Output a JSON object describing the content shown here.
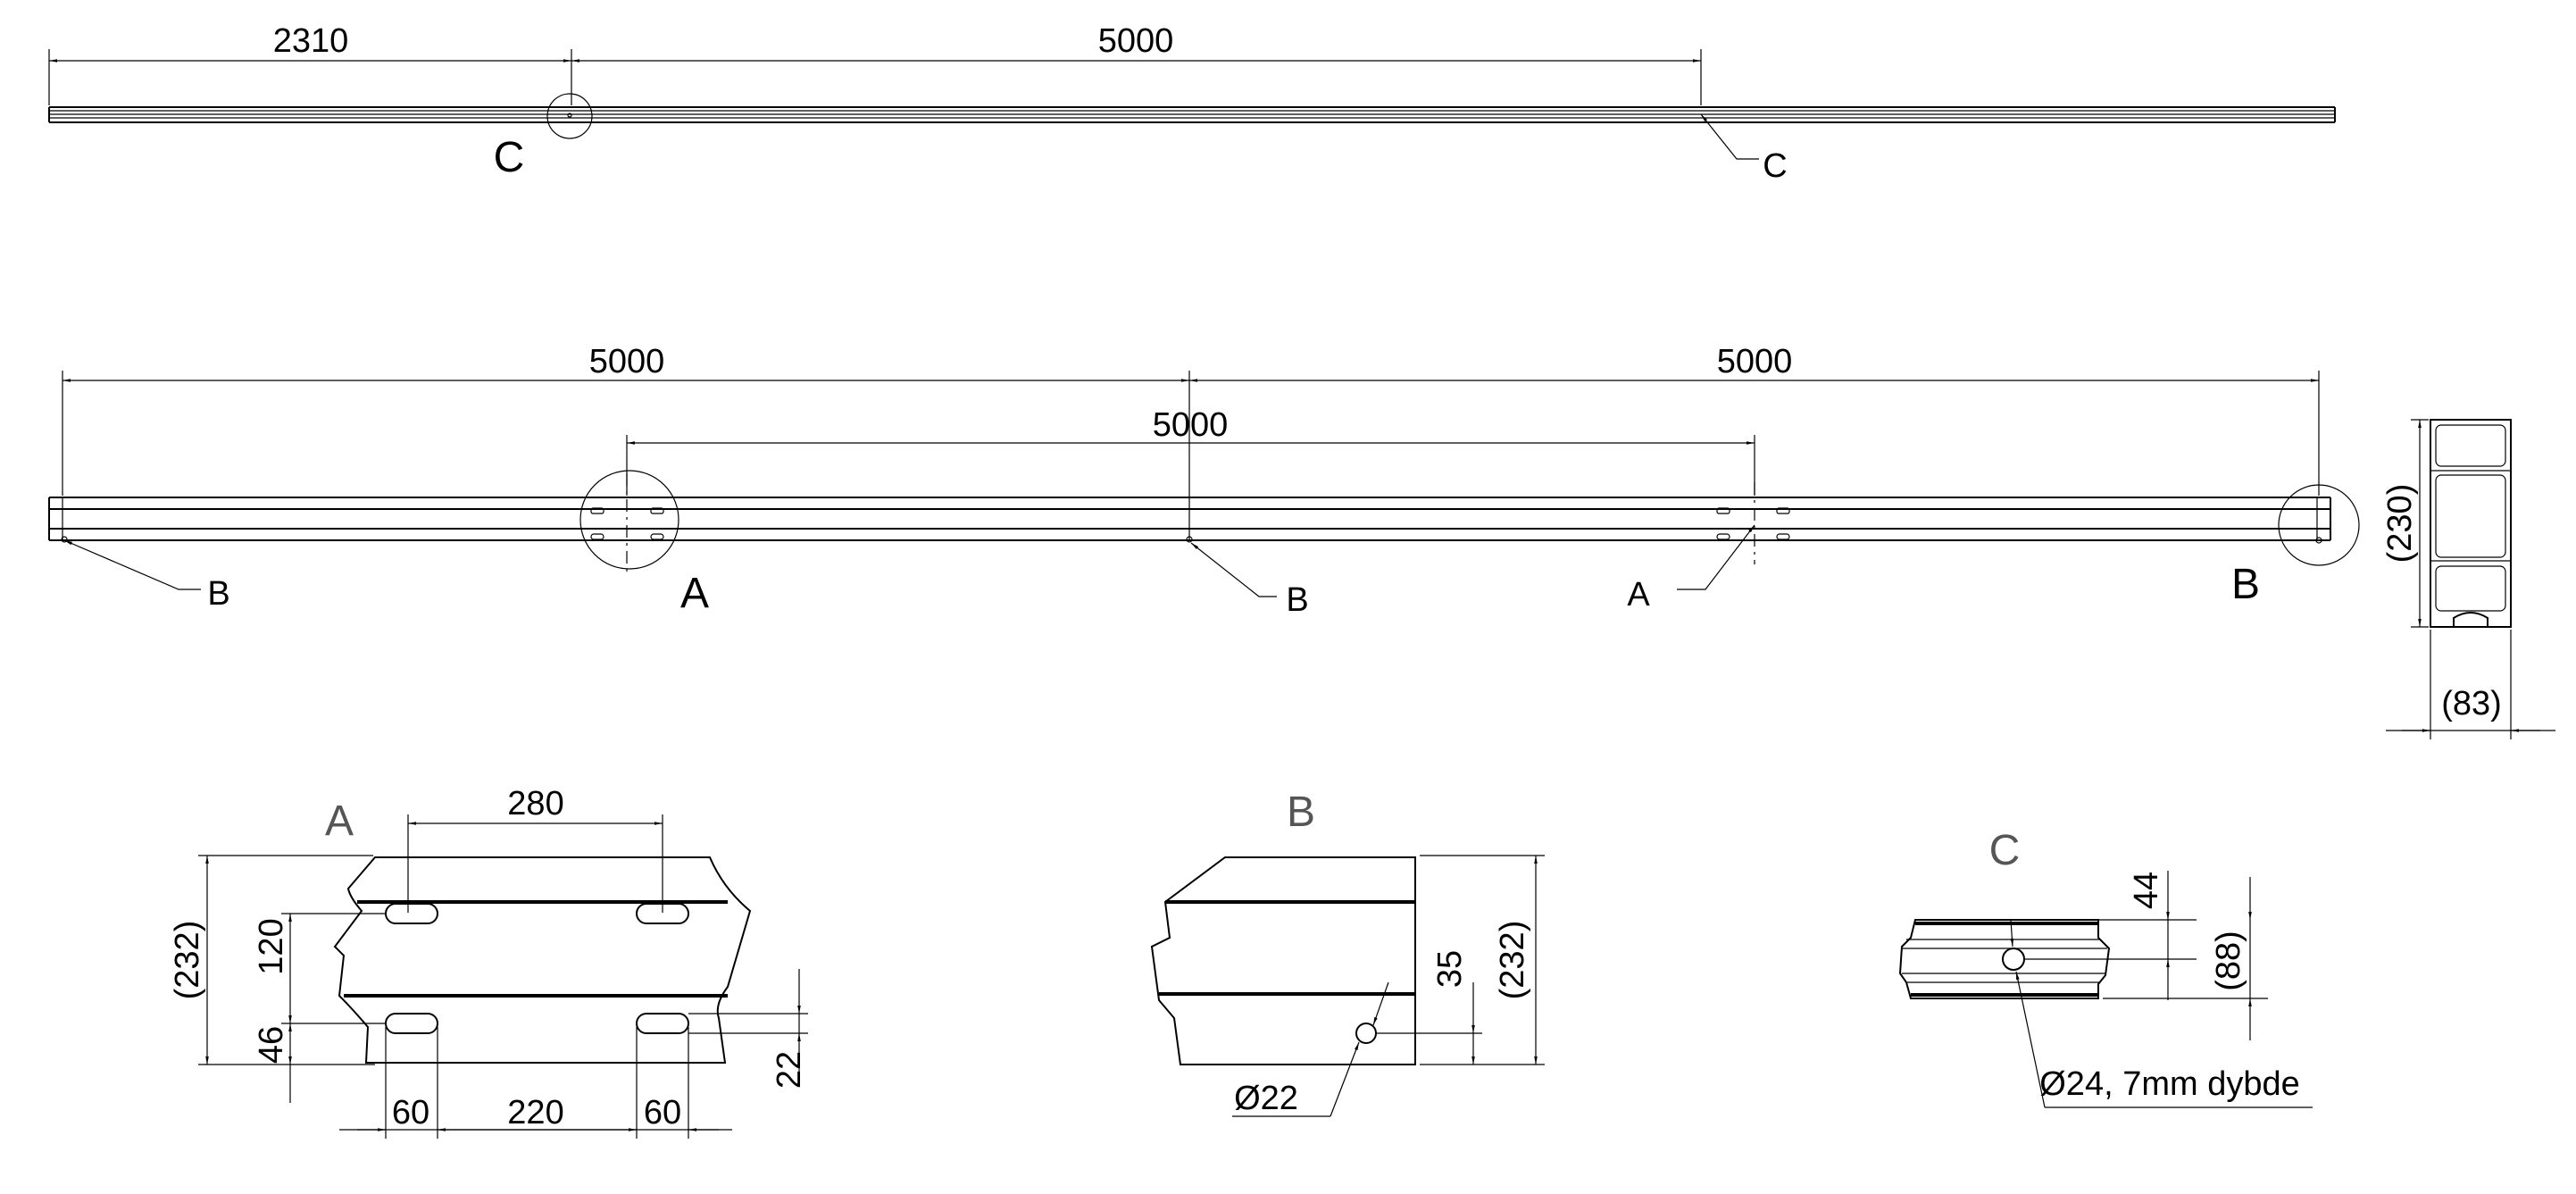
{
  "top_view": {
    "dim_left": "2310",
    "dim_right": "5000",
    "label_c_left": "C",
    "label_c_right": "C"
  },
  "side_view": {
    "dim_left": "5000",
    "dim_right": "5000",
    "dim_inner": "5000",
    "label_b_left": "B",
    "label_a_left": "A",
    "label_b_mid": "B",
    "label_a_right": "A",
    "label_b_right": "B"
  },
  "section_view": {
    "dim_height": "(230)",
    "dim_width": "(83)"
  },
  "detail_a": {
    "title": "A",
    "dim_top": "280",
    "dim_height": "(232)",
    "dim_120": "120",
    "dim_46": "46",
    "dim_22": "22",
    "dim_60_left": "60",
    "dim_220": "220",
    "dim_60_right": "60"
  },
  "detail_b": {
    "title": "B",
    "dim_35": "35",
    "dim_height": "(232)",
    "dim_dia": "Ø22"
  },
  "detail_c": {
    "title": "C",
    "dim_44": "44",
    "dim_88": "(88)",
    "note": "Ø24, 7mm dybde"
  }
}
